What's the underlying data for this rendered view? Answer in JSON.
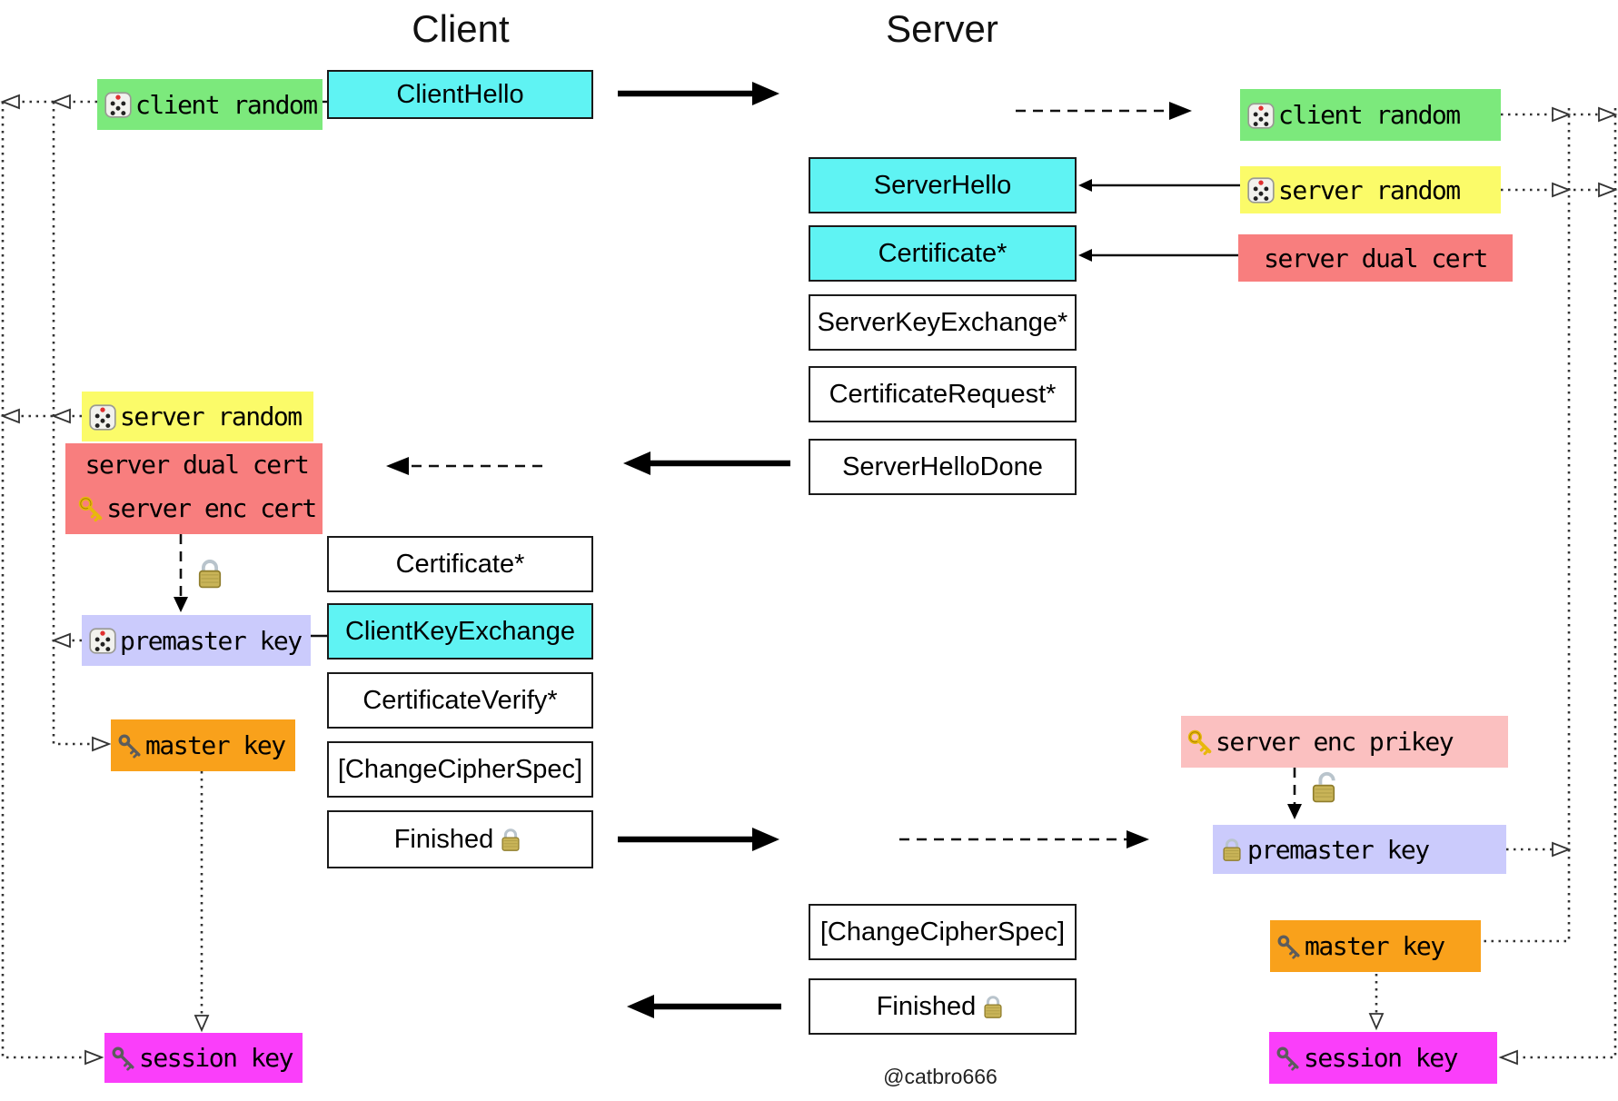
{
  "titles": {
    "client": "Client",
    "server": "Server"
  },
  "colors": {
    "cyan": "#5FF3F3",
    "green": "#7CE97C",
    "yellow": "#FBFB69",
    "red": "#F87E7E",
    "lavender": "#CBCBFC",
    "orange": "#F9A11B",
    "magenta": "#FA3EFA",
    "pink": "#FBC0C0",
    "white": "#FFFFFF",
    "wire": "#333333"
  },
  "client_flow": {
    "client_hello": "ClientHello",
    "certificate": "Certificate*",
    "client_key_exchange": "ClientKeyExchange",
    "certificate_verify": "CertificateVerify*",
    "change_cipher_spec": "[ChangeCipherSpec]",
    "finished": "Finished",
    "finished_icon": "lock-closed-icon"
  },
  "server_flow": {
    "server_hello": "ServerHello",
    "certificate": "Certificate*",
    "server_key_exchange": "ServerKeyExchange*",
    "certificate_request": "CertificateRequest*",
    "server_hello_done": "ServerHelloDone",
    "change_cipher_spec": "[ChangeCipherSpec]",
    "finished": "Finished",
    "finished_icon": "lock-closed-icon"
  },
  "client_side": {
    "client_random": {
      "icon": "die-icon",
      "text": "client random"
    },
    "server_random": {
      "icon": "die-icon",
      "text": "server random"
    },
    "server_dual_cert_line1": "server dual cert",
    "server_enc_cert": {
      "icon": "gold-key-icon",
      "text": "server enc cert"
    },
    "decrypt_icon": "lock-closed-icon",
    "premaster_key": {
      "icon": "die-icon",
      "text": "premaster key"
    },
    "master_key": {
      "icon": "old-key-icon",
      "text": "master key"
    },
    "session_key": {
      "icon": "old-key-icon",
      "text": "session key"
    }
  },
  "server_side": {
    "client_random": {
      "icon": "die-icon",
      "text": "client random"
    },
    "server_random": {
      "icon": "die-icon",
      "text": "server random"
    },
    "server_dual_cert": "server dual cert",
    "server_enc_prikey": {
      "icon": "gold-key-icon",
      "text": "server enc prikey"
    },
    "decrypt_icon": "lock-open-icon",
    "premaster_key": {
      "icon": "lock-closed-icon",
      "text": "premaster key"
    },
    "master_key": {
      "icon": "old-key-icon",
      "text": "master key"
    },
    "session_key": {
      "icon": "old-key-icon",
      "text": "session key"
    }
  },
  "footer": {
    "credit": "@catbro666"
  }
}
